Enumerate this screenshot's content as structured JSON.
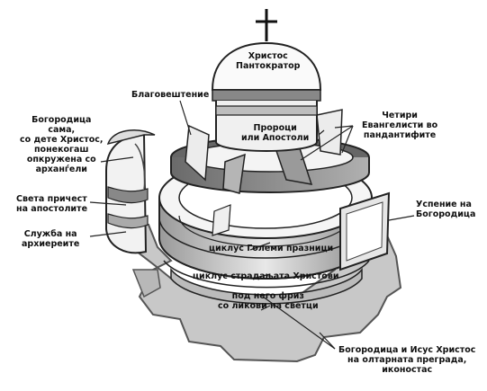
{
  "labels": {
    "pantocrator": [
      "Христос",
      "Пантократор"
    ],
    "annunciation": [
      "Благовештение"
    ],
    "prophets": [
      "Пророци",
      "или Апостоли"
    ],
    "evangelists": [
      "Четири",
      "Евангелисти во",
      "пандантифите"
    ],
    "virgin": [
      "Богородица",
      "сама,",
      "со дете Христос,",
      "понекогаш",
      "опкружена со",
      "арханѓели"
    ],
    "communion": [
      "Света причест",
      "на апостолите"
    ],
    "service": [
      "Служба на",
      "архиереите"
    ],
    "dormition": [
      "Успение на",
      "Богородица"
    ],
    "feasts": [
      "циклус Големи празници"
    ],
    "passion": [
      "циклус страдањата Христови"
    ],
    "saints": [
      "под него фриз",
      "со ликови на светци"
    ],
    "iconostasis": [
      "Богородица и Исус Христос",
      "на олтарната преграда,",
      "иконостас"
    ]
  }
}
